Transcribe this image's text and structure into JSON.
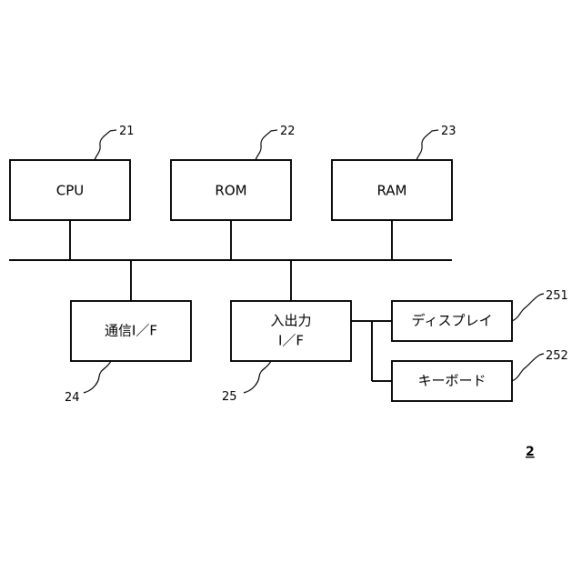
{
  "diagram": {
    "blocks": {
      "cpu": {
        "label": "CPU",
        "ref": "21"
      },
      "rom": {
        "label": "ROM",
        "ref": "22"
      },
      "ram": {
        "label": "RAM",
        "ref": "23"
      },
      "comm_if": {
        "label": "通信I／F",
        "ref": "24"
      },
      "io_if": {
        "label_line1": "入出力",
        "label_line2": "I／F",
        "ref": "25"
      },
      "display": {
        "label": "ディスプレイ",
        "ref": "251"
      },
      "keyboard": {
        "label": "キーボード",
        "ref": "252"
      }
    },
    "figure_ref": "2"
  }
}
